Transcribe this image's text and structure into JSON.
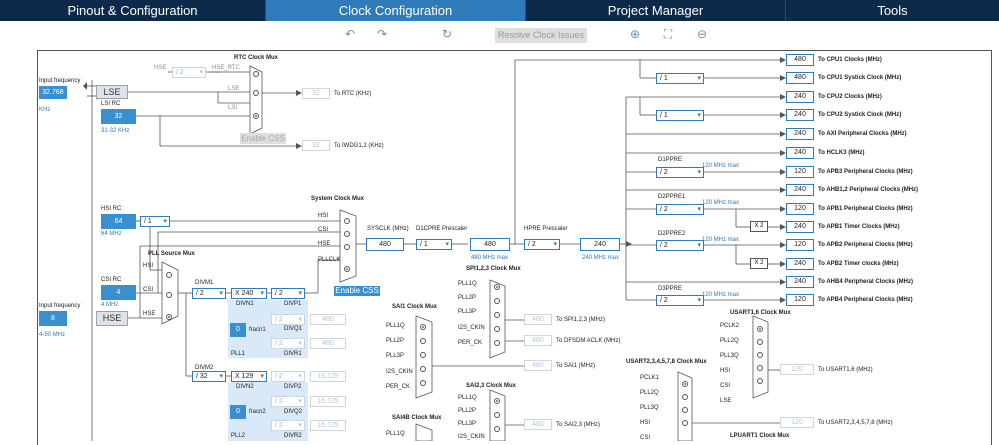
{
  "tabs": [
    {
      "label": "Pinout & Configuration"
    },
    {
      "label": "Clock Configuration"
    },
    {
      "label": "Project Manager"
    },
    {
      "label": "Tools"
    }
  ],
  "toolbar": {
    "resolve_label": "Resolve Clock Issues"
  },
  "inputs": {
    "lse": {
      "title": "Input frequency",
      "value": "32.768",
      "unit": "KHz",
      "button": "LSE"
    },
    "lsi": {
      "title": "LSI RC",
      "value": "32",
      "range": "31-32 KHz"
    },
    "hsi": {
      "title": "HSI RC",
      "value": "64",
      "range": "64 MHz",
      "div": "/ 1"
    },
    "csi": {
      "title": "CSI RC",
      "value": "4",
      "range": "4 MHz"
    },
    "hse": {
      "title": "Input frequency",
      "value": "8",
      "range": "4-50 MHz",
      "button": "HSE"
    }
  },
  "rtc": {
    "title": "RTC Clock Mux",
    "hse_label": "HSE",
    "div": "/ 2",
    "hse_rtc": "HSE_RTC",
    "lse": "LSE",
    "lsi": "LSI",
    "out": "32",
    "out_label": "To RTC (KHz)",
    "enable_css": "Enable CSS",
    "iwdg_out": "32",
    "iwdg_label": "To IWDG1,2 (KHz)"
  },
  "sysmux": {
    "title": "System Clock Mux",
    "hsi": "HSI",
    "csi": "CSI",
    "hse": "HSE",
    "pllclk": "PLLCLK",
    "sysclk_label": "SYSCLK (MHz)",
    "sysclk": "480",
    "enable_css": "Enable CSS",
    "d1cpre_label": "D1CPRE Prescaler",
    "d1cpre": "/ 1",
    "d1_out": "480",
    "d1_max": "480 MHz max",
    "hpre_label": "HPRE Prescaler",
    "hpre": "/ 2",
    "hpre_out": "240",
    "hpre_max": "240 MHz max"
  },
  "pll": {
    "title": "PLL Source Mux",
    "hsi": "HSI",
    "csi": "CSI",
    "hse": "HSE",
    "divm1_label": "DIVM1",
    "divm1": "/ 2",
    "divn1": "X 240",
    "divn1_label": "DIVN1",
    "divp1": "/ 2",
    "divp1_label": "DIVP1",
    "fracn1": "0",
    "fracn1_label": "fracn1",
    "divq1": "/ 2",
    "divq1_label": "DIVQ1",
    "divq1_out": "480",
    "divr1": "/ 2",
    "divr1_label": "DIVR1",
    "divr1_out": "480",
    "pll1_label": "PLL1",
    "divm2_label": "DIVM2",
    "divm2": "/ 32",
    "divn2": "X 129",
    "divn2_label": "DIVN2",
    "divp2": "/ 2",
    "divp2_label": "DIVP2",
    "divp2_out": "16.125",
    "fracn2": "0",
    "fracn2_label": "fracn2",
    "divq2": "/ 2",
    "divq2_label": "DIVQ2",
    "divq2_out": "16.125",
    "divr2": "/ 2",
    "divr2_label": "DIVR2",
    "divr2_out": "16.125",
    "pll2_label": "PLL2"
  },
  "outputs": [
    {
      "div": "",
      "value": "480",
      "label": "To CPU1 Clocks (MHz)"
    },
    {
      "div": "/ 1",
      "value": "480",
      "label": "To CPU1 Systick Clock (MHz)"
    },
    {
      "div": "",
      "value": "240",
      "label": "To CPU2 Clocks (MHz)"
    },
    {
      "div": "/ 1",
      "value": "240",
      "label": "To CPU2 Systick Clock (MHz)"
    },
    {
      "div": "",
      "value": "240",
      "label": "To AXI Peripheral Clocks (MHz)"
    },
    {
      "div": "",
      "value": "240",
      "label": "To HCLK3 (MHz)"
    },
    {
      "div": "/ 2",
      "value": "120",
      "label": "To APB3 Peripheral Clocks (MHz)"
    },
    {
      "div": "",
      "value": "240",
      "label": "To AHB1,2 Peripheral Clocks (MHz)"
    },
    {
      "div": "/ 2",
      "value": "120",
      "label": "To APB1 Peripheral Clocks (MHz)"
    },
    {
      "div": "X 2",
      "value": "240",
      "label": "To APB1 Timer Clocks (MHz)"
    },
    {
      "div": "/ 2",
      "value": "120",
      "label": "To APB2 Peripheral Clocks (MHz)"
    },
    {
      "div": "X 2",
      "value": "240",
      "label": "To APB2 Timer clocks (MHz)"
    },
    {
      "div": "",
      "value": "240",
      "label": "To AHB4 Peripheral Clocks (MHz)"
    },
    {
      "div": "/ 2",
      "value": "120",
      "label": "To APB4 Peripheral Clocks (MHz)"
    }
  ],
  "prescalers": {
    "d1ppre": "D1PPRE",
    "d2ppre1": "D2PPRE1",
    "d2ppre2": "D2PPRE2",
    "d3ppre": "D3PPRE",
    "max120": "120 MHz max"
  },
  "spi123": {
    "title": "SPI1,2,3 Clock Mux",
    "in": [
      "PLL1Q",
      "PLL2P",
      "PLL3P",
      "I2S_CKIN",
      "PER_CK"
    ],
    "out": "480",
    "out_label": "To SPI1,2,3 (MHz)",
    "dfsdm": "480",
    "dfsdm_label": "To DFSDM ACLK (MHz)"
  },
  "sai1": {
    "title": "SAI1 Clock Mux",
    "in": [
      "PLL1Q",
      "PLL2P",
      "PLL3P",
      "I2S_CKIN",
      "PER_CK"
    ],
    "out": "480",
    "out_label": "To SAI1 (MHz)"
  },
  "sai23": {
    "title": "SAI2,3 Clock Mux",
    "in": [
      "PLL1Q",
      "PLL2P",
      "PLL3P",
      "I2S_CKIN"
    ],
    "out": "480",
    "out_label": "To SAI2,3 (MHz)"
  },
  "sai4b": {
    "title": "SAI4B Clock Mux",
    "in": [
      "PLL1Q"
    ]
  },
  "usart16": {
    "title": "USART1,6 Clock Mux",
    "in": [
      "PCLK2",
      "PLL2Q",
      "PLL3Q",
      "HSI",
      "CSI",
      "LSE"
    ],
    "out": "120",
    "out_label": "To USART1,6 (MHz)"
  },
  "usart2": {
    "title": "USART2,3,4,5,7,8 Clock Mux",
    "in": [
      "PCLK1",
      "PLL2Q",
      "PLL3Q",
      "HSI",
      "CSI"
    ],
    "out": "120",
    "out_label": "To USART2,3,4,5,7,8 (MHz)"
  },
  "lpuart": {
    "title": "LPUART1 Clock Mux"
  }
}
